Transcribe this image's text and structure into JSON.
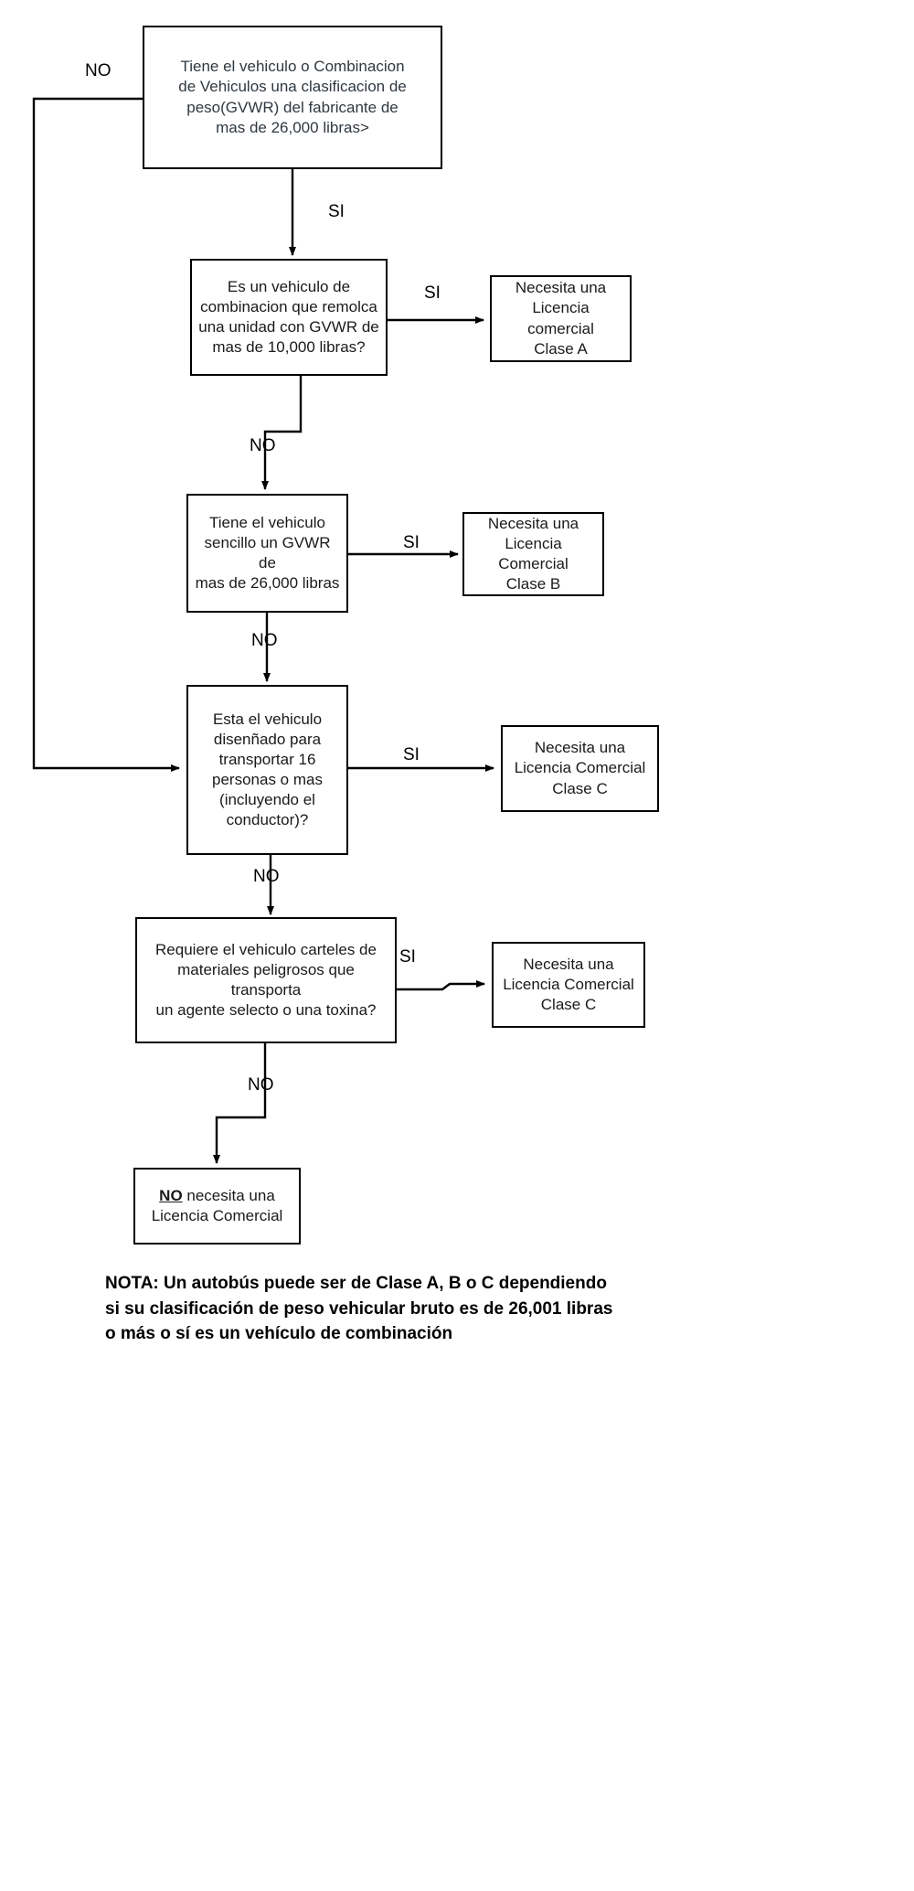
{
  "chart_data": {
    "type": "diagram",
    "title": "Diagrama de flujo de clasificacion de Licencia Comercial (CDL)",
    "nodes": [
      {
        "id": "q1",
        "kind": "decision",
        "text": "Tiene el vehiculo o Combinacion\nde Vehiculos una clasificacion de\npeso(GVWR) del fabricante de\nmas de 26,000 libras>"
      },
      {
        "id": "q2",
        "kind": "decision",
        "text": "Es un vehiculo de\ncombinacion que remolca\nuna unidad con GVWR de\nmas de 10,000 libras?"
      },
      {
        "id": "q3",
        "kind": "decision",
        "text": "Tiene el vehiculo\nsencillo un GVWR de\nmas de 26,000 libras"
      },
      {
        "id": "q4",
        "kind": "decision",
        "text": "Esta el vehiculo\ndisenñado para\ntransportar 16\npersonas o mas\n(incluyendo el\nconductor)?"
      },
      {
        "id": "q5",
        "kind": "decision",
        "text": "Requiere el vehiculo carteles de\nmateriales peligrosos que transporta\nun agente selecto o una toxina?"
      },
      {
        "id": "r1",
        "kind": "result",
        "text": "Necesita una\nLicencia comercial\nClase A"
      },
      {
        "id": "r2",
        "kind": "result",
        "text": "Necesita una\nLicencia Comercial\nClase B"
      },
      {
        "id": "r3",
        "kind": "result",
        "text": "Necesita una\nLicencia Comercial\nClase C"
      },
      {
        "id": "r4",
        "kind": "result",
        "text": "Necesita una\nLicencia Comercial\nClase C"
      },
      {
        "id": "r5",
        "kind": "result",
        "text_prefix": "NO",
        "text_rest": " necesita una\nLicencia Comercial"
      }
    ],
    "edges": [
      {
        "from": "q1",
        "to": "q4",
        "label": "NO"
      },
      {
        "from": "q1",
        "to": "q2",
        "label": "SI"
      },
      {
        "from": "q2",
        "to": "r1",
        "label": "SI"
      },
      {
        "from": "q2",
        "to": "q3",
        "label": "NO"
      },
      {
        "from": "q3",
        "to": "r2",
        "label": "SI"
      },
      {
        "from": "q3",
        "to": "q4",
        "label": "NO"
      },
      {
        "from": "q4",
        "to": "r3",
        "label": "SI"
      },
      {
        "from": "q4",
        "to": "q5",
        "label": "NO"
      },
      {
        "from": "q5",
        "to": "r4",
        "label": "SI"
      },
      {
        "from": "q5",
        "to": "r5",
        "label": "NO"
      }
    ],
    "labels": {
      "no_1": "NO",
      "si_1": "SI",
      "si_2": "SI",
      "no_2": "NO",
      "si_3": "SI",
      "no_3": "NO",
      "si_4": "SI",
      "no_4": "NO",
      "si_5": "SI",
      "no_5": "NO"
    },
    "footnote": "NOTA: Un autobús puede ser de Clase A, B o C dependiendo\nsi su clasificación de peso vehicular bruto es de 26,001 libras\no más o sí es un vehículo de combinación",
    "colors": {
      "stroke": "#000000",
      "background": "#ffffff",
      "question_text": "#303840",
      "result_text": "#1a1a1a"
    }
  }
}
